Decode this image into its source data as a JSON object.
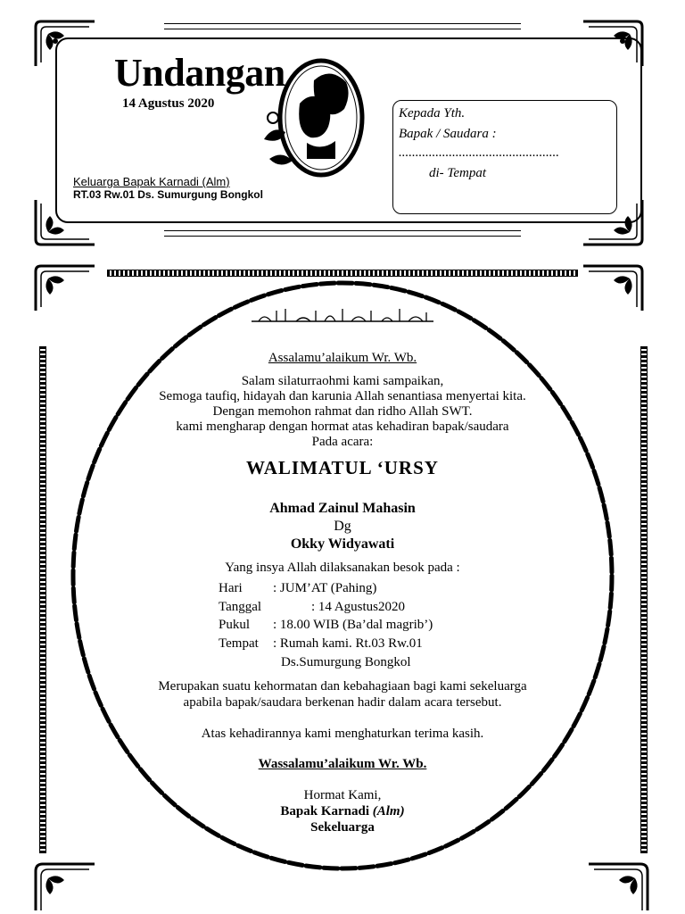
{
  "header": {
    "title": "Undangan",
    "date": "14 Agustus 2020",
    "family_name": "Keluarga Bapak Karnadi (Alm)",
    "family_address": "RT.03 Rw.01 Ds. Sumurgung Bongkol"
  },
  "address_box": {
    "to": "Kepada Yth.",
    "salutation": "Bapak / Saudara :",
    "dots": "................................................",
    "place": "di- Tempat"
  },
  "letter": {
    "greeting": "Assalamu’alaikum Wr. Wb.",
    "intro": [
      "Salam silaturraohmi kami sampaikan,",
      "Semoga taufiq, hidayah dan karunia Allah senantiasa menyertai kita.",
      "Dengan memohon rahmat dan ridho Allah SWT.",
      "kami mengharap dengan hormat atas kehadiran bapak/saudara",
      "Pada acara:"
    ],
    "event": "WALIMATUL ‘URSY",
    "groom": "Ahmad Zainul Mahasin",
    "conj": "Dg",
    "bride": "Okky Widyawati",
    "schedule_intro": "Yang insya Allah dilaksanakan besok pada :",
    "details": [
      {
        "label": "Hari",
        "value": ": JUM’AT  (Pahing)"
      },
      {
        "label": "Tanggal",
        "value": ": 14 Agustus2020"
      },
      {
        "label": "Pukul",
        "value": ": 18.00 WIB (Ba’dal magrib’)"
      },
      {
        "label": "Tempat",
        "value": ": Rumah kami. Rt.03 Rw.01"
      }
    ],
    "place_cont": "Ds.Sumurgung Bongkol",
    "closing": [
      "Merupakan suatu kehormatan dan kebahagiaan bagi kami sekeluarga",
      "apabila bapak/saudara berkenan hadir dalam acara tersebut."
    ],
    "thanks": "Atas kehadirannya kami menghaturkan terima kasih.",
    "farewell": "Wassalamu’alaikum Wr.  Wb.",
    "sign_intro": "Hormat Kami,",
    "sign_name": "Bapak  Karnadi",
    "sign_alm": "(Alm)",
    "sign_fam": "Sekeluarga"
  },
  "icons": {
    "corners": "floral-corner-icon",
    "portrait": "couple-portrait-icon",
    "calligraphy": "bismillah-calligraphy-icon"
  }
}
